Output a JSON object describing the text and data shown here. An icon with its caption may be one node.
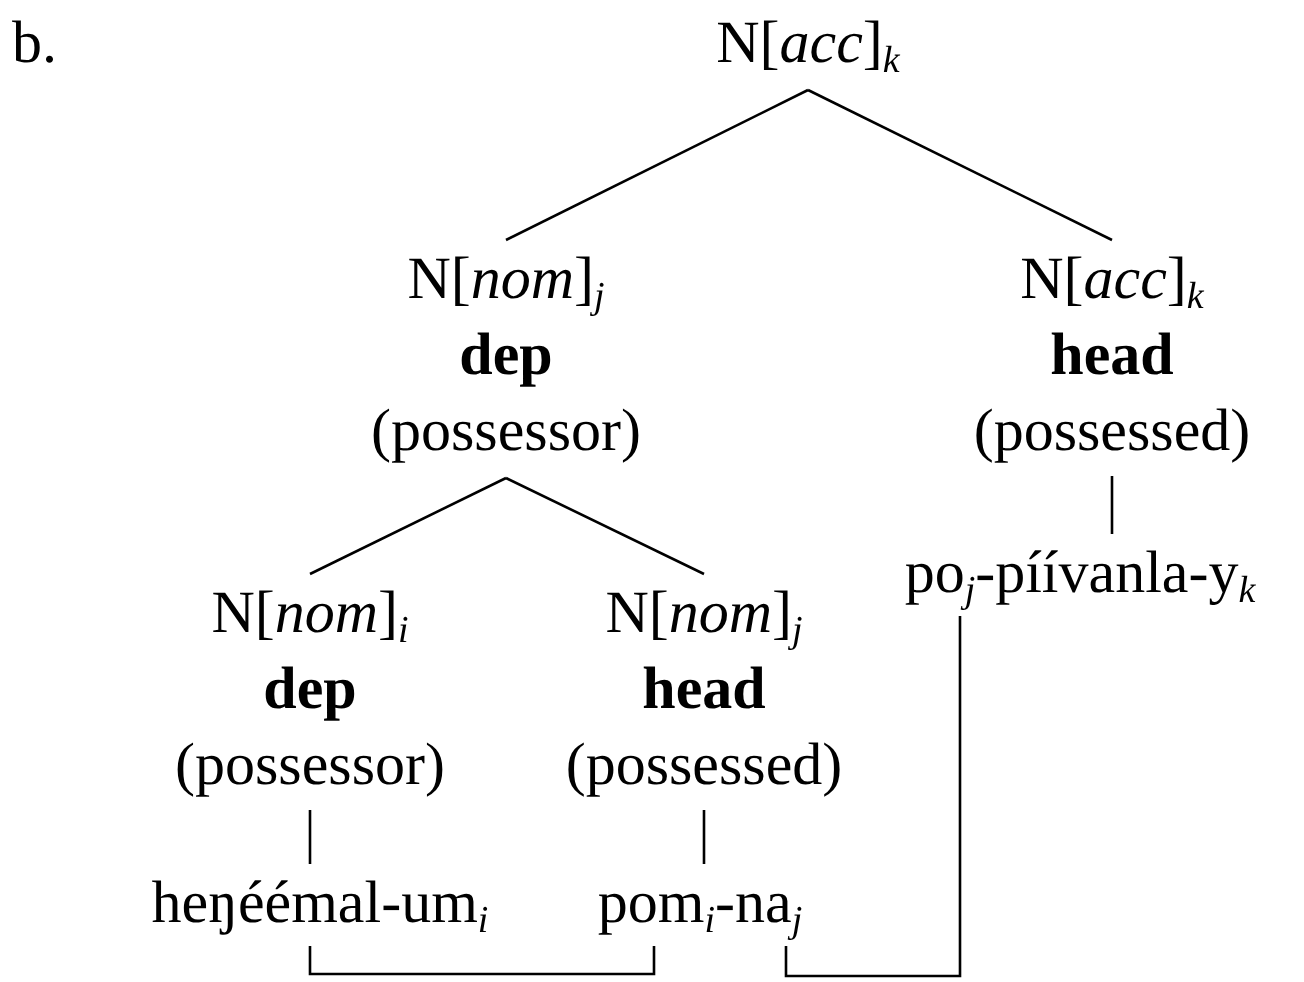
{
  "diagram": {
    "nodes": [
      {
        "text": [
          "N[*acc*]$_{k}$"
        ]
      },
      {
        "text": [
          "N[*nom*]$_{j}$",
          "dep",
          "(possessor)"
        ]
      },
      {
        "text": [
          "N[*acc*]$_{k}$",
          "head",
          "(possessed)"
        ]
      },
      {
        "text": [
          "N[*nom*]$_{i}$",
          "dep",
          "(possessor)"
        ]
      },
      {
        "text": [
          "N[*nom*]$_{j}$",
          "head",
          "(possessed)"
        ]
      },
      {
        "text": [
          "heŋéémal-um$_{i}$"
        ]
      },
      {
        "text": [
          "pom$_{i}$-na$_{j}$"
        ]
      },
      {
        "text": [
          "po$_{j}$-píívanla-y$_{k}$"
        ]
      }
    ],
    "edges": [
      {
        "from": 0,
        "to": 1,
        "arrow": "none"
      },
      {
        "from": 0,
        "to": 2,
        "arrow": "none"
      },
      {
        "from": 1,
        "to": 3,
        "arrow": "none"
      },
      {
        "from": 1,
        "to": 4,
        "arrow": "none"
      },
      {
        "from": 2,
        "to": 7,
        "arrow": "none"
      },
      {
        "from": 3,
        "to": 5,
        "arrow": "none"
      },
      {
        "from": 4,
        "to": 6,
        "arrow": "none"
      },
      {
        "from": 5,
        "to": 6,
        "arrow": "none"
      },
      {
        "from": 6,
        "to": 7,
        "arrow": "none"
      }
    ],
    "labels": [
      "b."
    ]
  }
}
